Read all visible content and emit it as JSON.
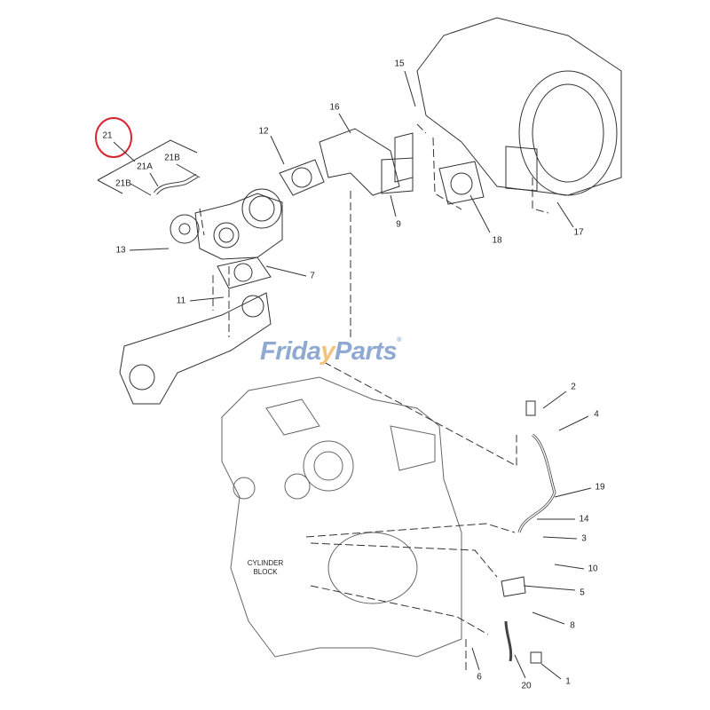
{
  "diagram": {
    "highlight_color": "#d9232e",
    "logo_color": "#8fa9d2",
    "watermark": {
      "text": "FridayParts",
      "part1": "Frida",
      "part2": "y",
      "part3": "Parts",
      "mark": "®"
    },
    "block_label_line1": "CYLINDER",
    "block_label_line2": "BLOCK",
    "callouts": {
      "c21": "21",
      "c21a": "21A",
      "c21b_top": "21B",
      "c21b": "21B",
      "c12": "12",
      "c16": "16",
      "c15": "15",
      "c13": "13",
      "c7": "7",
      "c11": "11",
      "c9": "9",
      "c18": "18",
      "c17": "17",
      "c2": "2",
      "c4": "4",
      "c19": "19",
      "c14": "14",
      "c3": "3",
      "c10": "10",
      "c5": "5",
      "c8": "8",
      "c6": "6",
      "c20": "20",
      "c1": "1"
    }
  }
}
